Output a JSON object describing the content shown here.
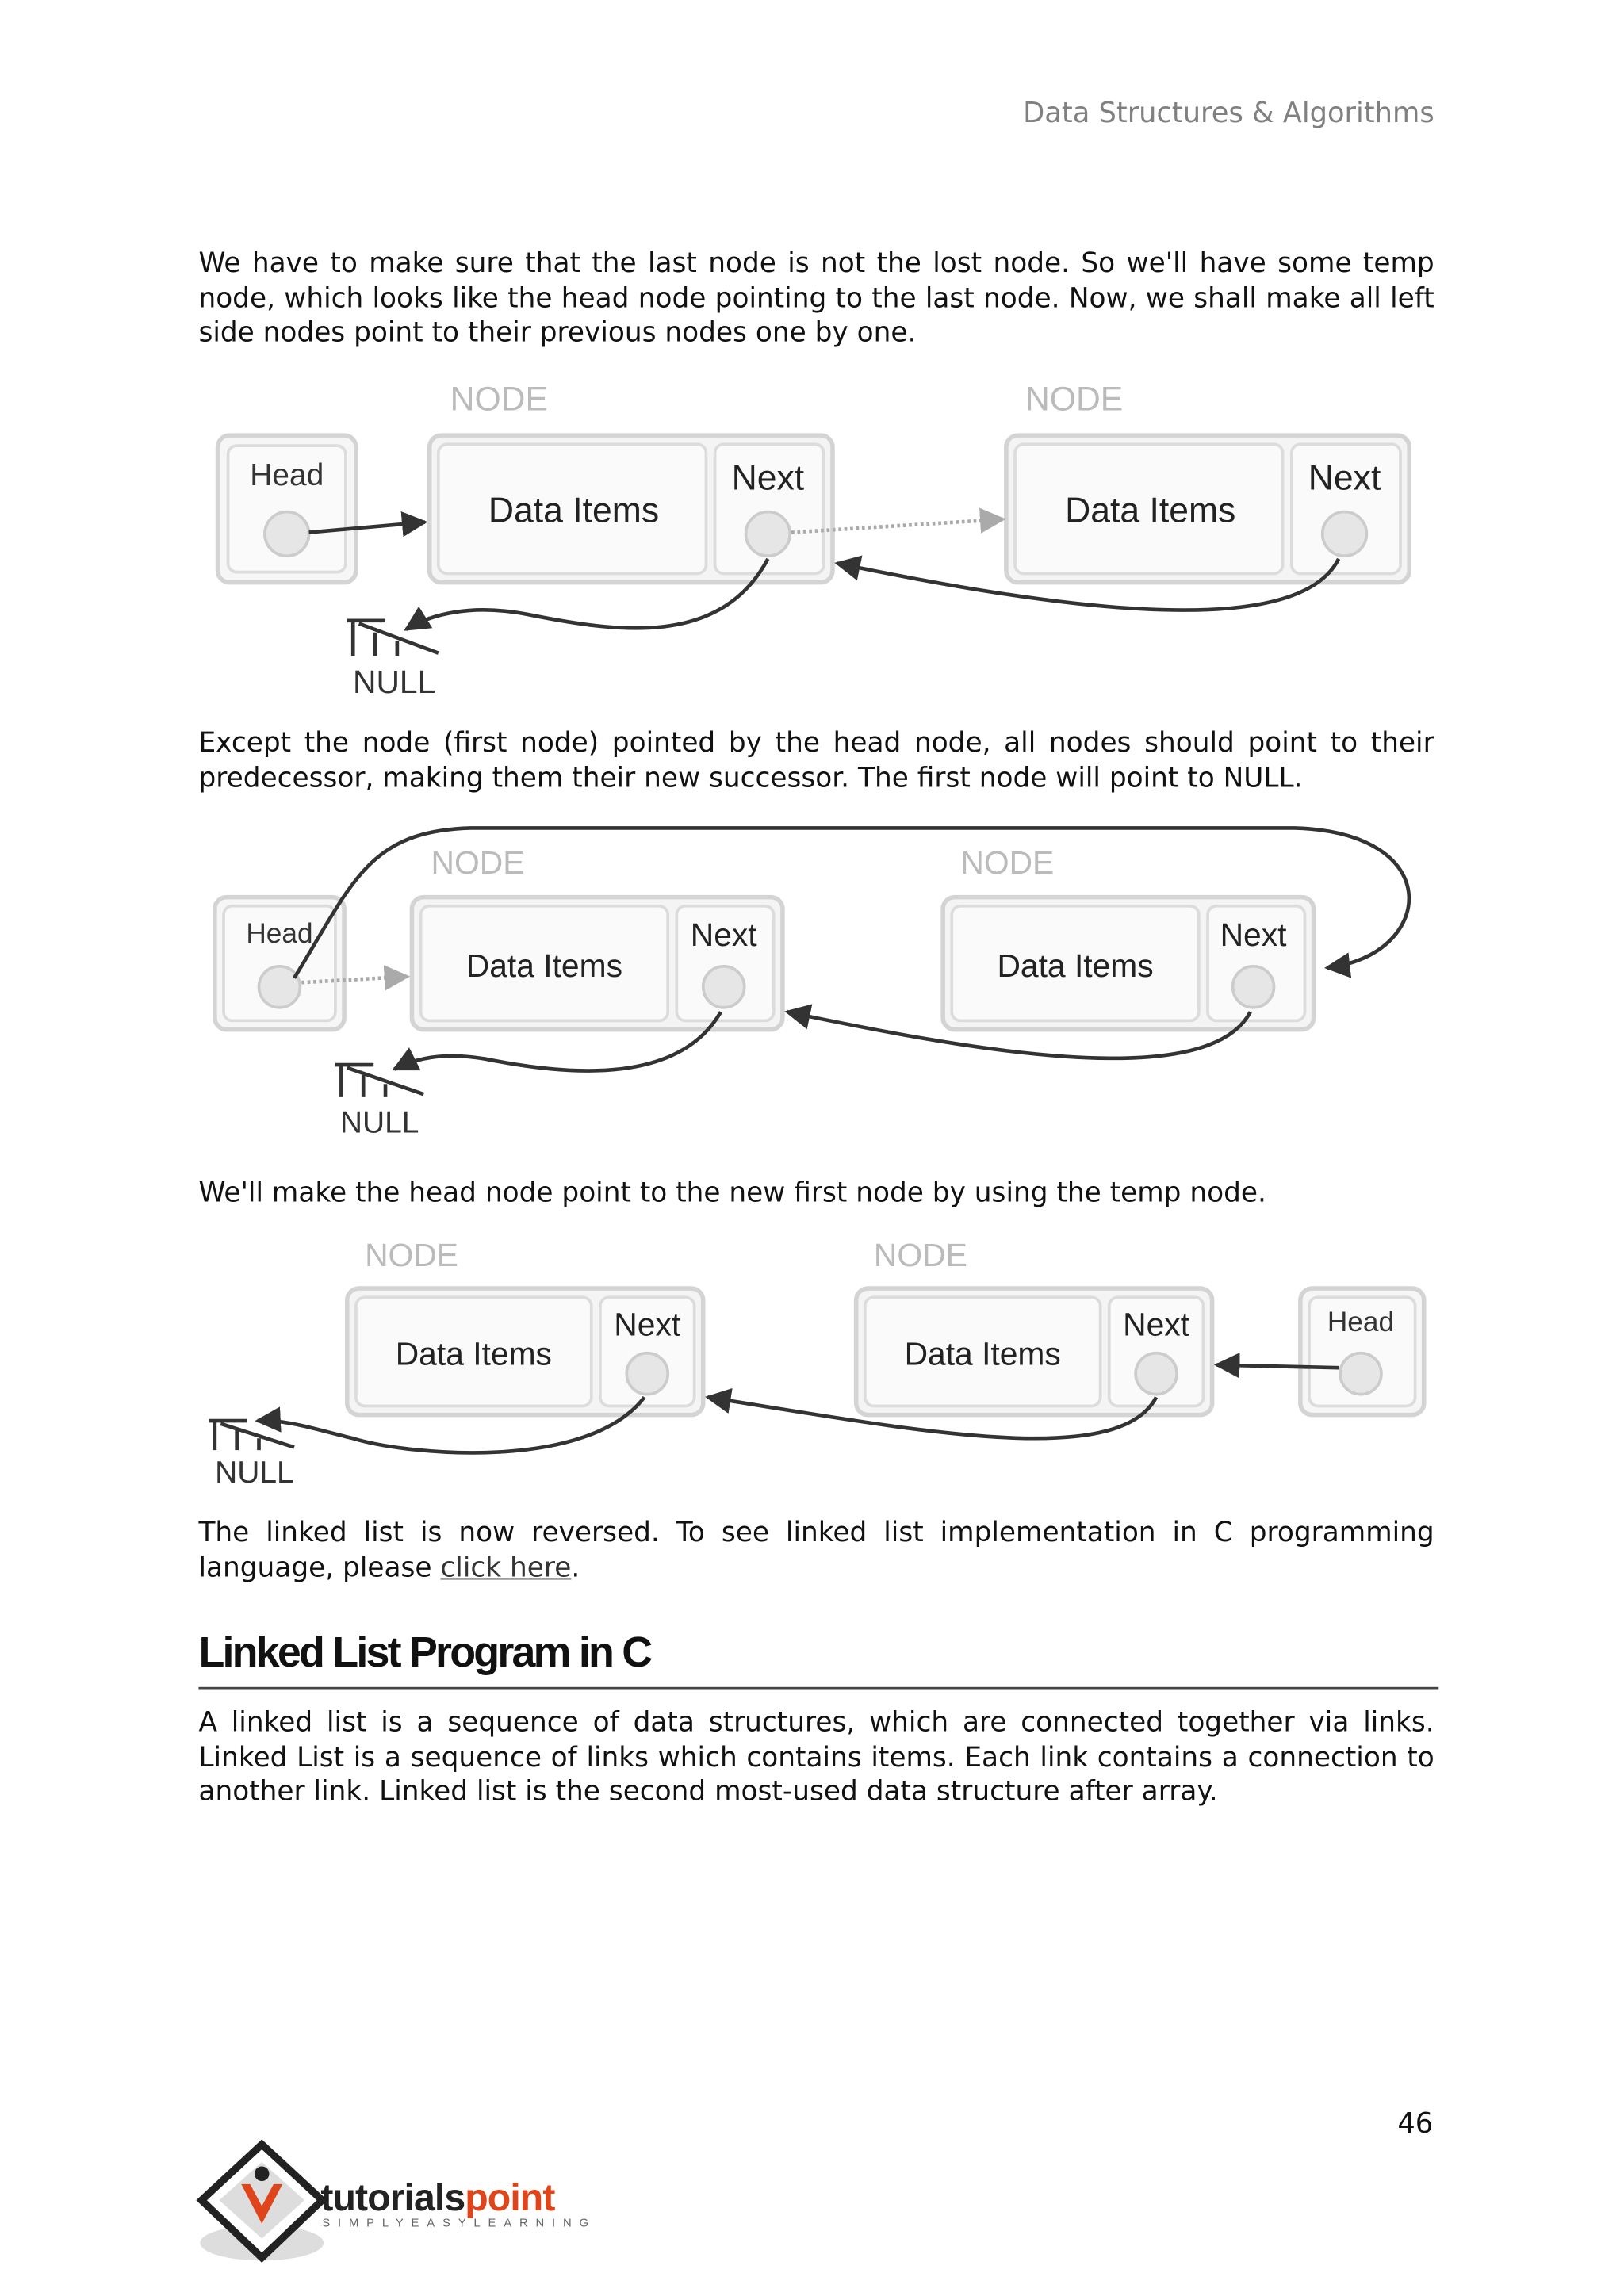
{
  "header": {
    "title": "Data Structures & Algorithms"
  },
  "paragraphs": {
    "p1": "We have to make sure that the last node is not the lost node. So we'll have some temp node, which looks like the head node pointing to the last node. Now, we shall make all left side nodes point to their previous nodes one by one.",
    "p2": "Except the node (first node) pointed by the head node, all nodes should point to their predecessor, making them their new successor. The first node will point to NULL.",
    "p3": "We'll make the head node point to the new first node by using the temp node.",
    "p4_before": "The linked list is now reversed. To see linked list implementation in C programming language, please ",
    "p4_link": "click here",
    "p4_after": ".",
    "p5": "A linked list is a sequence of data structures, which are connected together via links. Linked List is a sequence of links which contains items. Each link contains a connection to another link. Linked list is the second most-used data structure after array."
  },
  "section": {
    "heading": "Linked List Program in C"
  },
  "diagram": {
    "node_label": "NODE",
    "head_label": "Head",
    "data_label": "Data Items",
    "next_label": "Next",
    "null_label": "NULL"
  },
  "footer": {
    "page_number": "46",
    "logo_text": "tutorialspoint",
    "logo_tagline": "SIMPLYEASYLEARNING",
    "logo_accent": "#e0441b"
  }
}
